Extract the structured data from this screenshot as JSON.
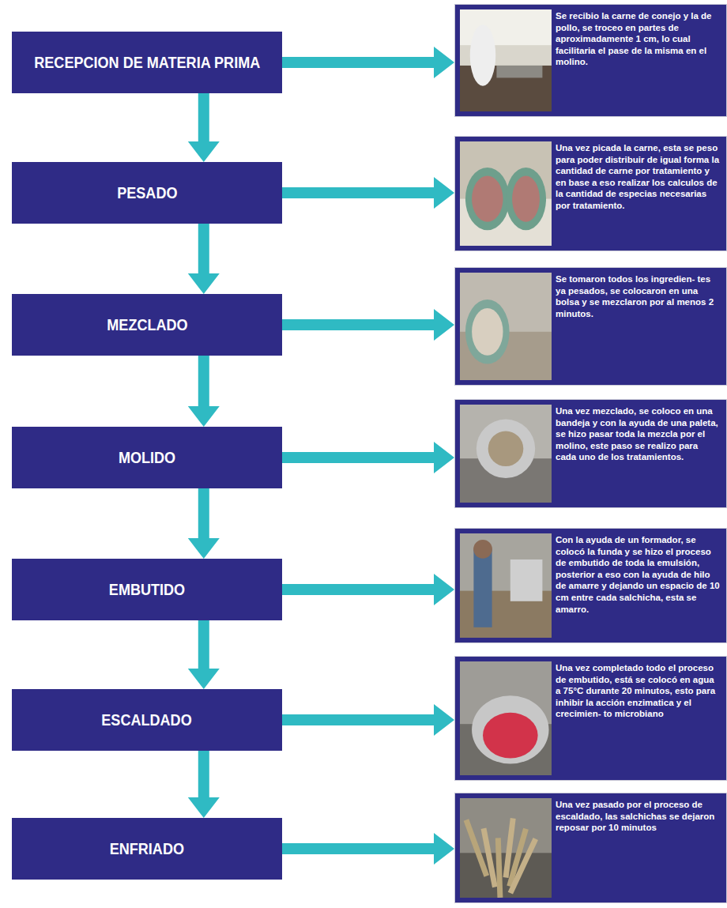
{
  "diagram": {
    "nodes": [
      {
        "text": [
          "RECEPCION DE MATERIA PRIMA"
        ]
      },
      {
        "text": [
          "Se recibio la carne de conejo y la de pollo, se troceo en partes de aproximadamente 1 cm, lo cual facilitaria el pase de la misma en el molino."
        ]
      },
      {
        "text": [
          "PESADO"
        ]
      },
      {
        "text": [
          "Una vez picada la carne, esta se peso para poder distribuir de igual forma la cantidad de carne por tratamiento y en base a eso realizar los calculos de la cantidad de especias necesarias por tratamiento."
        ]
      },
      {
        "text": [
          "MEZCLADO"
        ]
      },
      {
        "text": [
          "Se tomaron todos los ingredien- tes ya pesados, se colocaron en una bolsa y se mezclaron por al menos 2 minutos."
        ]
      },
      {
        "text": [
          "MOLIDO"
        ]
      },
      {
        "text": [
          "Una vez mezclado, se coloco en una bandeja y con la ayuda de una paleta, se hizo pasar toda la mezcla por el molino, este paso se realizo para cada uno de los tratamientos."
        ]
      },
      {
        "text": [
          "EMBUTIDO"
        ]
      },
      {
        "text": [
          "Con la ayuda de un formador, se colocó la funda y se hizo el proceso de embutido de toda la emulsión, posterior a eso con la ayuda de hilo de amarre y dejando un espacio de 10 cm entre cada salchicha, esta se amarro."
        ]
      },
      {
        "text": [
          "ESCALDADO"
        ]
      },
      {
        "text": [
          "Una vez completado todo el proceso de embutido, está se colocó en agua a 75°C durante 20 minutos, esto para inhibir la acción enzimatica y el crecimien- to microbiano"
        ]
      },
      {
        "text": [
          "ENFRIADO"
        ]
      },
      {
        "text": [
          "Una vez pasado por el proceso de escaldado, las salchichas se dejaron reposar por 10 minutos"
        ]
      }
    ],
    "edges": [
      {
        "from": 0,
        "to": 2,
        "arrow": "to"
      },
      {
        "from": 2,
        "to": 4,
        "arrow": "to"
      },
      {
        "from": 4,
        "to": 6,
        "arrow": "to"
      },
      {
        "from": 6,
        "to": 8,
        "arrow": "to"
      },
      {
        "from": 8,
        "to": 10,
        "arrow": "to"
      },
      {
        "from": 10,
        "to": 12,
        "arrow": "to"
      },
      {
        "from": 0,
        "to": 1,
        "arrow": "to"
      },
      {
        "from": 2,
        "to": 3,
        "arrow": "to"
      },
      {
        "from": 4,
        "to": 5,
        "arrow": "to"
      },
      {
        "from": 6,
        "to": 7,
        "arrow": "to"
      },
      {
        "from": 8,
        "to": 9,
        "arrow": "to"
      },
      {
        "from": 10,
        "to": 11,
        "arrow": "to"
      },
      {
        "from": 12,
        "to": 13,
        "arrow": "to"
      }
    ]
  }
}
